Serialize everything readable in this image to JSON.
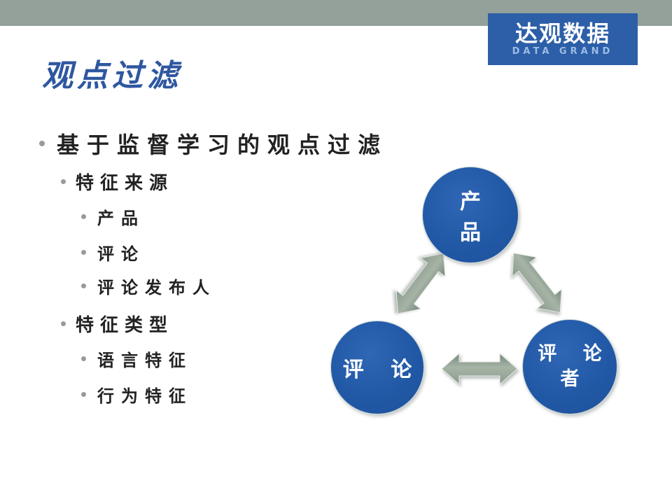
{
  "slide": {
    "title": "观点过滤",
    "logo": {
      "name": "达观数据",
      "subtitle": "DATA GRAND"
    },
    "bullets": [
      {
        "level": 1,
        "text": "基于监督学习的观点过滤"
      },
      {
        "level": 2,
        "text": "特征来源"
      },
      {
        "level": 3,
        "text": "产品"
      },
      {
        "level": 3,
        "text": "评论"
      },
      {
        "level": 3,
        "text": "评论发布人"
      },
      {
        "level": 2,
        "text": "特征类型"
      },
      {
        "level": 3,
        "text": "语言特征"
      },
      {
        "level": 3,
        "text": "行为特征"
      }
    ],
    "diagram": {
      "type": "cycle",
      "nodes": [
        {
          "id": "product",
          "label": "产品",
          "lines": [
            "产 品"
          ],
          "position": "top"
        },
        {
          "id": "review",
          "label": "评论",
          "lines": [
            "评 论"
          ],
          "position": "bottom-left"
        },
        {
          "id": "reviewer",
          "label": "评论者",
          "lines": [
            "评 论",
            "者"
          ],
          "position": "bottom-right"
        }
      ],
      "edges": [
        {
          "from": "产品",
          "to": "评论",
          "bidirectional": true
        },
        {
          "from": "产品",
          "to": "评论者",
          "bidirectional": true
        },
        {
          "from": "评论",
          "to": "评论者",
          "bidirectional": true
        }
      ]
    },
    "colors": {
      "top_bar": "#93a19a",
      "logo_background": "#2c5fa8",
      "title_text": "#2e57a0",
      "node_fill": "#2159a6",
      "arrow_fill": "#8d9c90",
      "body_text": "#222222"
    }
  }
}
